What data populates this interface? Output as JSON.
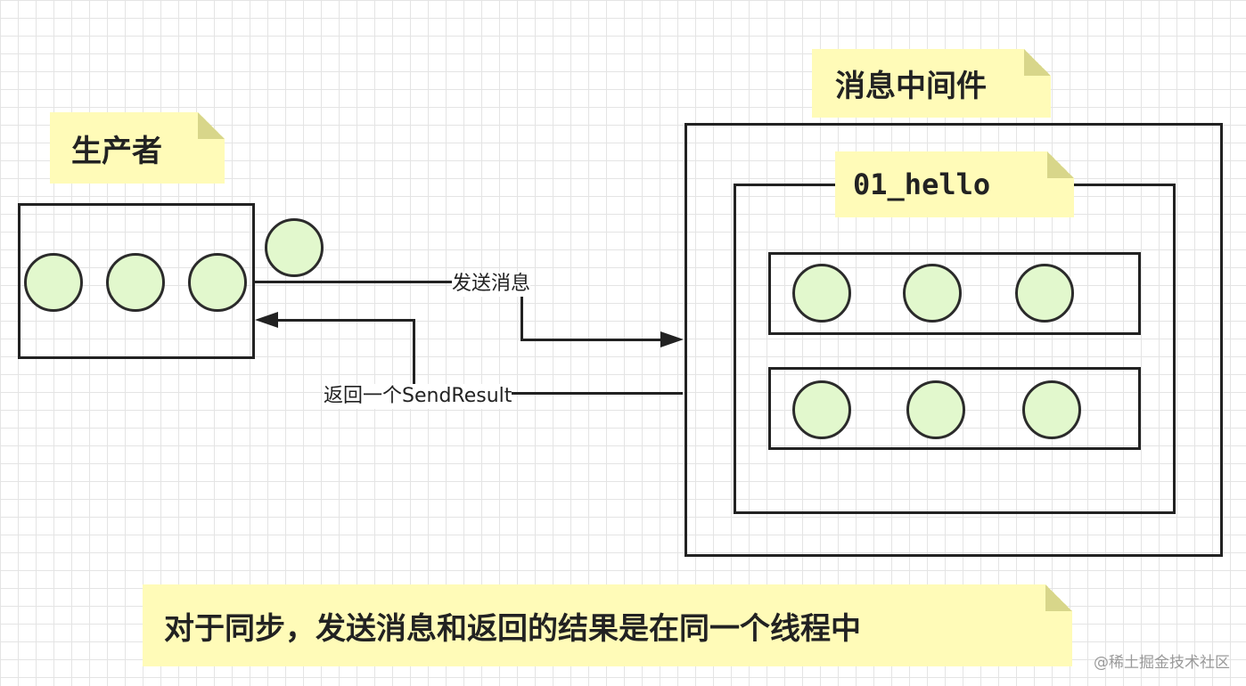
{
  "producer": {
    "label": "生产者"
  },
  "broker": {
    "label": "消息中间件"
  },
  "topic": {
    "label": "01_hello"
  },
  "edges": {
    "send_label": "发送消息",
    "return_label": "返回一个SendResult"
  },
  "note": {
    "text": "对于同步，发送消息和返回的结果是在同一个线程中"
  },
  "watermark": "@稀土掘金技术社区",
  "colors": {
    "note_fill": "#fffbb8",
    "message_circle_fill": "#e2f8cd",
    "stroke": "#222222",
    "grid": "#e4e4e4"
  }
}
